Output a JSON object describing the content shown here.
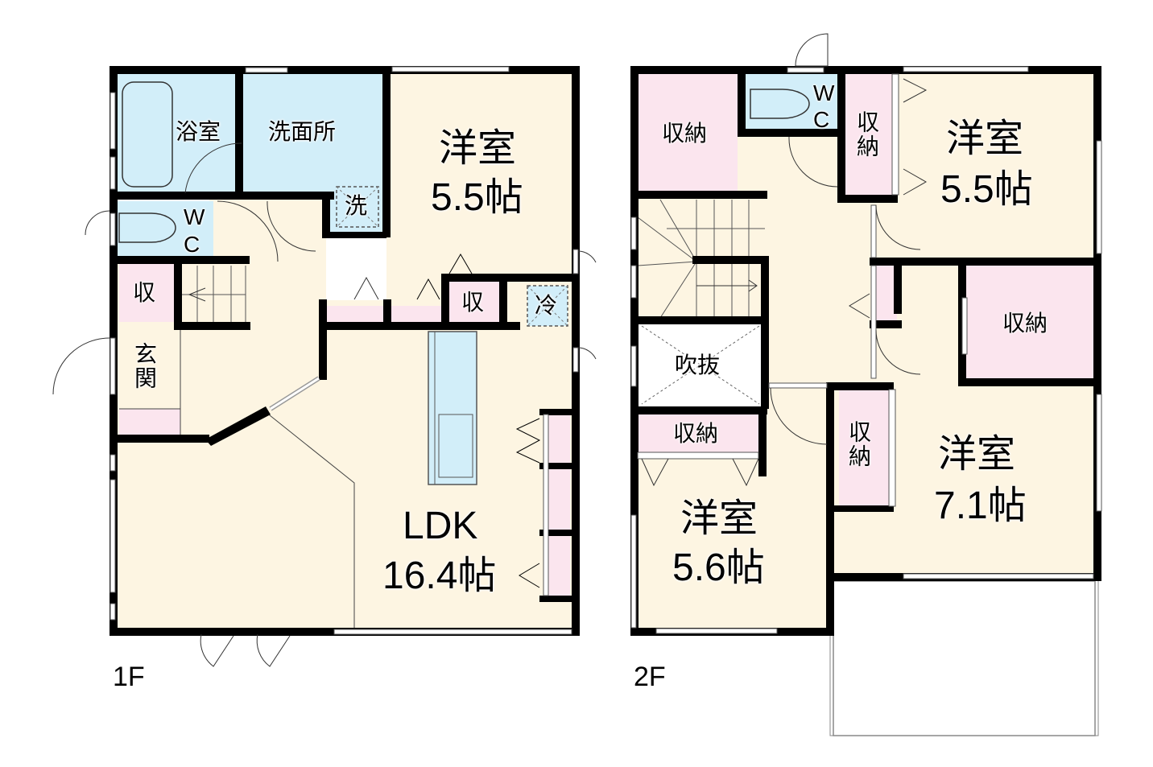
{
  "colors": {
    "wall": "#000000",
    "living_floor": "#FDF5E2",
    "wet_area": "#D2EEF9",
    "storage": "#FBE5EE",
    "open_void": "#FFFFFF"
  },
  "floors": [
    {
      "id": "1F",
      "label": "1F",
      "rooms": [
        {
          "name": "bathroom",
          "label": "浴室",
          "type": "wet"
        },
        {
          "name": "washroom",
          "label": "洗面所",
          "type": "wet"
        },
        {
          "name": "washer-space",
          "label": "洗",
          "type": "fixture"
        },
        {
          "name": "toilet",
          "label_w": "W",
          "label_c": "C",
          "type": "wet"
        },
        {
          "name": "western-room-1f",
          "label": "洋室",
          "size": "5.5帖",
          "type": "room"
        },
        {
          "name": "storage-entry",
          "label": "収",
          "type": "storage"
        },
        {
          "name": "entrance",
          "label": "玄関",
          "type": "entrance"
        },
        {
          "name": "storage-kitchen",
          "label": "収",
          "type": "storage"
        },
        {
          "name": "fridge-space",
          "label": "冷",
          "type": "fixture"
        },
        {
          "name": "ldk",
          "label": "LDK",
          "size": "16.4帖",
          "type": "room"
        }
      ]
    },
    {
      "id": "2F",
      "label": "2F",
      "rooms": [
        {
          "name": "storage-nw",
          "label": "収納",
          "type": "storage"
        },
        {
          "name": "toilet-2f",
          "label_w": "W",
          "label_c": "C",
          "type": "wet"
        },
        {
          "name": "storage-ne-closet",
          "label": "収納",
          "type": "storage"
        },
        {
          "name": "western-room-ne",
          "label": "洋室",
          "size": "5.5帖",
          "type": "room"
        },
        {
          "name": "atrium",
          "label": "吹抜",
          "type": "void"
        },
        {
          "name": "storage-e",
          "label": "収納",
          "type": "storage"
        },
        {
          "name": "storage-mid",
          "label": "収納",
          "type": "storage"
        },
        {
          "name": "storage-se-closet",
          "label": "収納",
          "type": "storage"
        },
        {
          "name": "western-room-sw",
          "label": "洋室",
          "size": "5.6帖",
          "type": "room"
        },
        {
          "name": "western-room-se",
          "label": "洋室",
          "size": "7.1帖",
          "type": "room"
        }
      ]
    }
  ]
}
